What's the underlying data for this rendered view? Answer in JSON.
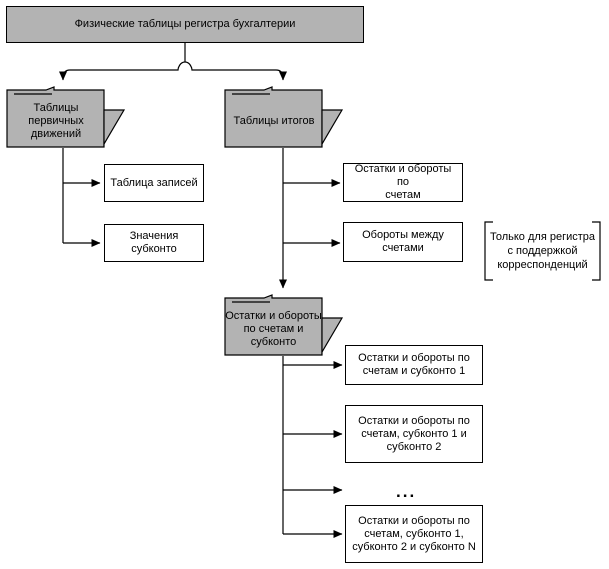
{
  "diagram": {
    "title": "Физические таблицы регистра бухгалтерии",
    "fill_color": "#b3b3b3",
    "line_color": "#000000",
    "background": "#ffffff",
    "root": {
      "label": "Физические таблицы регистра бухгалтерии"
    },
    "folders": [
      {
        "label": "Таблицы\nпервичных\nдвижений"
      },
      {
        "label": "Таблицы итогов"
      },
      {
        "label": "Остатки и обороты\nпо счетам и\nсубконто"
      }
    ],
    "left_children": [
      {
        "label": "Таблица записей"
      },
      {
        "label": "Значения\nсубконто"
      }
    ],
    "right_children": [
      {
        "label": "Остатки и обороты по\nсчетам"
      },
      {
        "label": "Обороты между\nсчетами"
      }
    ],
    "note": {
      "label": "Только для регистра\nс поддержкой\nкорреспонденций"
    },
    "subconto_children": [
      {
        "label": "Остатки и обороты по\nсчетам и субконто 1"
      },
      {
        "label": "Остатки и обороты по\nсчетам, субконто 1 и\nсубконто 2"
      },
      {
        "label": "Остатки и обороты по\nсчетам, субконто 1,\nсубконто 2 и субконто N"
      }
    ],
    "ellipsis": "..."
  }
}
